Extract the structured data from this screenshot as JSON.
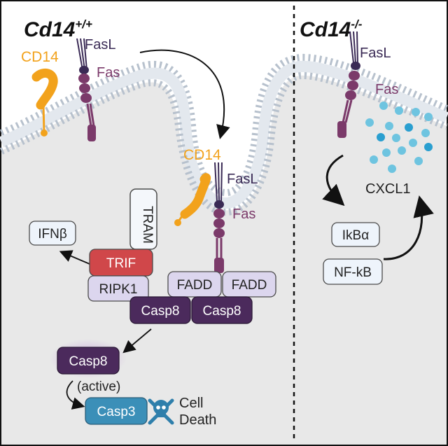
{
  "panels": {
    "left": {
      "title_main": "Cd14",
      "title_sup": "+/+"
    },
    "right": {
      "title_main": "Cd14",
      "title_sup": "-/-"
    }
  },
  "labels": {
    "cd14_top": "CD14",
    "fasl_top": "FasL",
    "fas_top": "Fas",
    "cd14_inner": "CD14",
    "fasl_inner": "FasL",
    "fas_inner": "Fas",
    "fasl_right": "FasL",
    "fas_right": "Fas",
    "active": "(active)",
    "cell_death": "Cell",
    "cell_death_2": "Death"
  },
  "boxes": {
    "tram": "TRAM",
    "ifnb": "IFNβ",
    "trif": "TRIF",
    "ripk1": "RIPK1",
    "fadd_1": "FADD",
    "fadd_2": "FADD",
    "casp8_1": "Casp8",
    "casp8_2": "Casp8",
    "casp8_active": "Casp8",
    "casp3": "Casp3",
    "ikba": "IkBα",
    "nfkb": "NF-kB",
    "cxcl1": "CXCL1"
  },
  "colors": {
    "cd14": "#f2a21c",
    "fas": "#7b3a6a",
    "fasl": "#3a2a55",
    "membrane": "#a9b4c2",
    "cell": "#ececec",
    "trif": "#d0474a",
    "casp8": "#4b2a5c",
    "adaptor": "#dcd6ee",
    "casp3": "#3b8fb8",
    "light_box": "#eef4fb",
    "cxcl1_dots": "#6ec4e0"
  }
}
